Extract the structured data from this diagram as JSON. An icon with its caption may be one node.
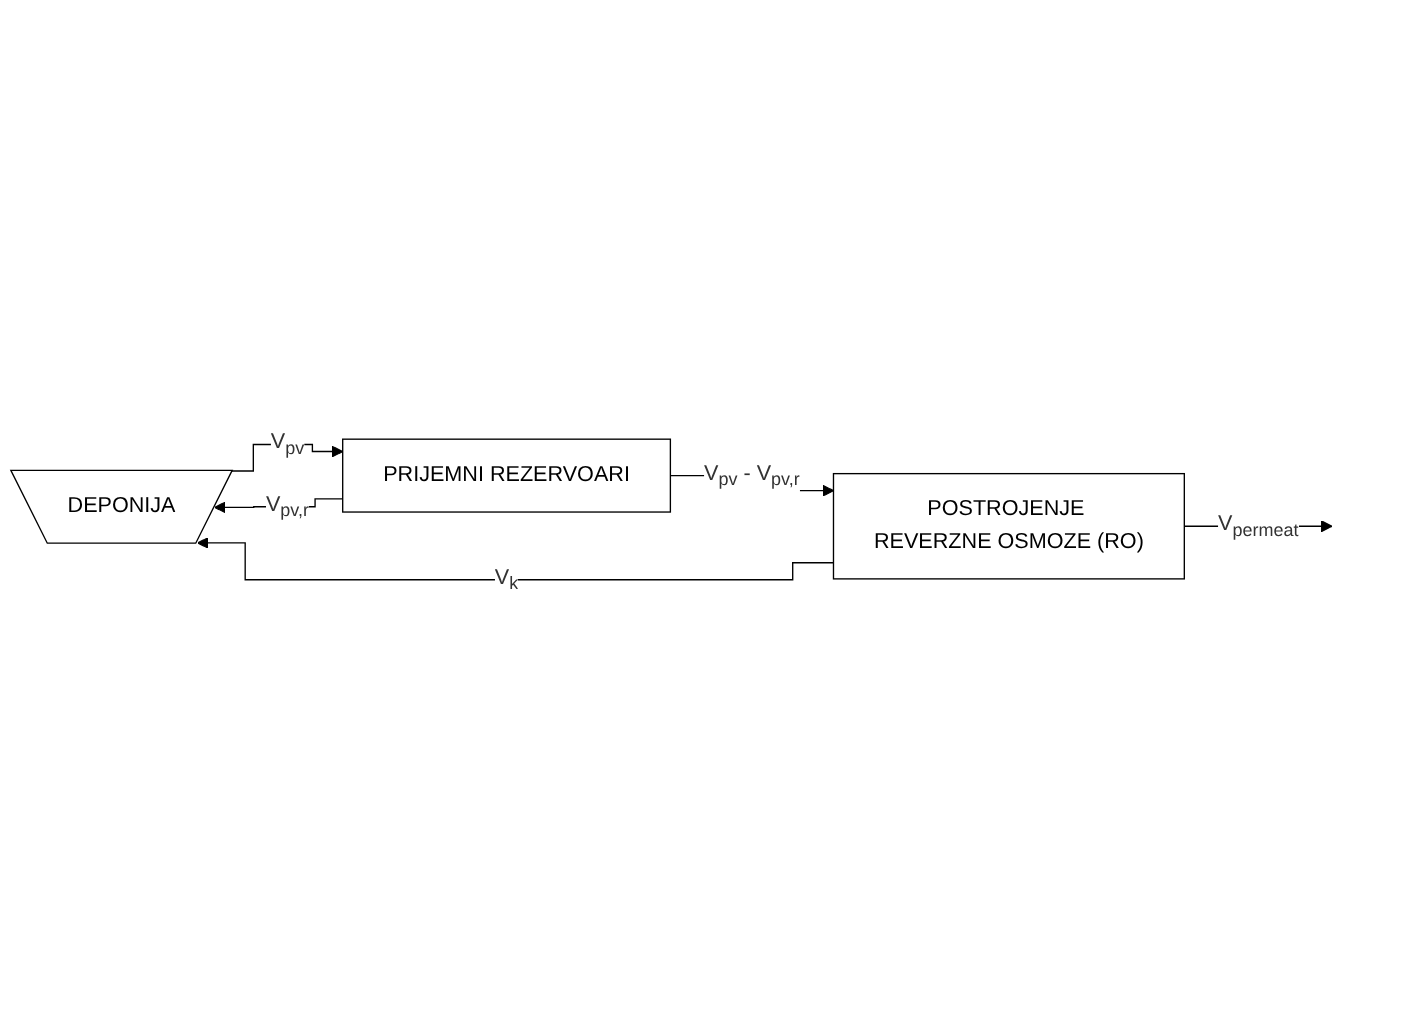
{
  "diagram": {
    "nodes": [
      {
        "text": [
          "DEPONIJA"
        ]
      },
      {
        "text": [
          "PRIJEMNI REZERVOARI"
        ]
      },
      {
        "text": [
          "POSTROJENJE REVERZNE OSMOZE (RO)"
        ]
      }
    ],
    "edges": [
      {
        "from": 0,
        "to": 1,
        "arrow": "to",
        "label": "V$_{pv}$"
      },
      {
        "from": 1,
        "to": 0,
        "arrow": "to",
        "label": "V$_{pv,r}$"
      },
      {
        "from": 1,
        "to": 2,
        "arrow": "to",
        "label": "V$_{pv}$ - V$_{pv,r}$"
      },
      {
        "from": 2,
        "to": 0,
        "arrow": "to",
        "label": "V$_{k}$"
      },
      {
        "from": 2,
        "to": null,
        "arrow": "to",
        "label": "V$_{permeat}$"
      }
    ]
  }
}
